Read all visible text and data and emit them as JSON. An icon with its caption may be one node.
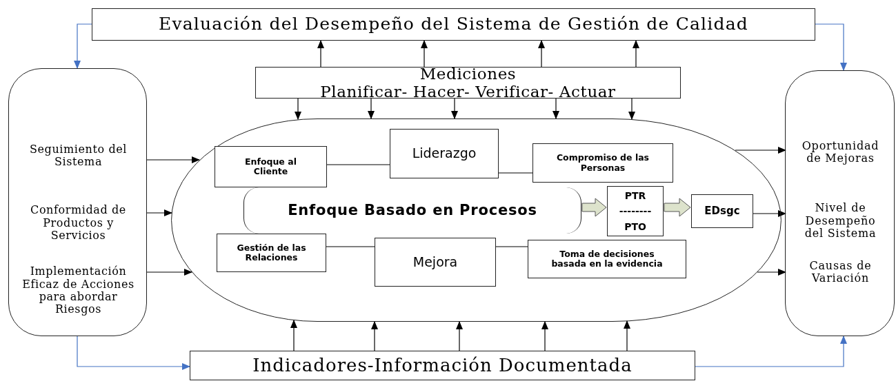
{
  "diagram": {
    "nodes": [
      {
        "text": [
          "Evaluación del Desempeño del Sistema de Gestión de Calidad"
        ]
      },
      {
        "text": [],
        "shape": "box"
      },
      {
        "text": [
          "Seguimiento del Sistema"
        ],
        "in": 1
      },
      {
        "text": [
          "Conformidad de Productos y Servicios"
        ],
        "in": 1
      },
      {
        "text": [
          "Implementación Eficaz de Acciones para abordar Riesgos"
        ],
        "in": 1
      },
      {
        "text": [],
        "shape": "box"
      },
      {
        "text": [
          "Oportunidad de Mejoras"
        ],
        "in": 5
      },
      {
        "text": [
          "Nivel de Desempeño del Sistema"
        ],
        "in": 5
      },
      {
        "text": [
          "Causas de Variación"
        ],
        "in": 5
      },
      {
        "text": [
          "Mediciones",
          "Planificar- Hacer- Verificar- Actuar"
        ]
      },
      {
        "text": [],
        "shape": "oval"
      },
      {
        "text": [
          "Enfoque Basado en Procesos"
        ],
        "in": 10
      },
      {
        "text": [
          "Enfoque al Cliente"
        ],
        "in": 10
      },
      {
        "text": [
          "Liderazgo"
        ],
        "in": 10
      },
      {
        "text": [
          "Compromiso de las Personas"
        ],
        "in": 10
      },
      {
        "text": [
          "Gestión de las Relaciones"
        ],
        "in": 10
      },
      {
        "text": [
          "Mejora"
        ],
        "in": 10
      },
      {
        "text": [
          "Toma  de decisiones basada en la evidencia"
        ],
        "in": 10
      },
      {
        "text": [
          "PTR",
          "--------",
          "PTO"
        ],
        "in": 10
      },
      {
        "text": [
          "EDsgc"
        ],
        "in": 10
      },
      {
        "text": [
          "Indicadores-Información Documentada"
        ]
      }
    ],
    "edges": [
      {
        "from": 0,
        "to": 1,
        "arrow": "to",
        "color": "#4472c4"
      },
      {
        "from": 0,
        "to": 5,
        "arrow": "to",
        "color": "#4472c4"
      },
      {
        "from": 1,
        "to": 20,
        "arrow": "to",
        "color": "#4472c4"
      },
      {
        "from": 20,
        "to": 5,
        "arrow": "to",
        "color": "#4472c4"
      },
      {
        "from": 9,
        "to": 0,
        "arrow": "to"
      },
      {
        "from": 9,
        "to": 0,
        "arrow": "to"
      },
      {
        "from": 9,
        "to": 0,
        "arrow": "to"
      },
      {
        "from": 9,
        "to": 0,
        "arrow": "to"
      },
      {
        "from": 9,
        "to": 10,
        "arrow": "to"
      },
      {
        "from": 9,
        "to": 10,
        "arrow": "to"
      },
      {
        "from": 9,
        "to": 10,
        "arrow": "to"
      },
      {
        "from": 9,
        "to": 10,
        "arrow": "to"
      },
      {
        "from": 9,
        "to": 10,
        "arrow": "to"
      },
      {
        "from": 20,
        "to": 10,
        "arrow": "to"
      },
      {
        "from": 20,
        "to": 10,
        "arrow": "to"
      },
      {
        "from": 20,
        "to": 10,
        "arrow": "to"
      },
      {
        "from": 20,
        "to": 10,
        "arrow": "to"
      },
      {
        "from": 20,
        "to": 10,
        "arrow": "to"
      },
      {
        "from": 2,
        "to": 10,
        "arrow": "to"
      },
      {
        "from": 3,
        "to": 10,
        "arrow": "to"
      },
      {
        "from": 4,
        "to": 10,
        "arrow": "to"
      },
      {
        "from": 10,
        "to": 6,
        "arrow": "to"
      },
      {
        "from": 19,
        "to": 7,
        "arrow": "to"
      },
      {
        "from": 10,
        "to": 8,
        "arrow": "to"
      },
      {
        "from": 12,
        "to": 13,
        "arrow": "none"
      },
      {
        "from": 13,
        "to": 14,
        "arrow": "none"
      },
      {
        "from": 15,
        "to": 16,
        "arrow": "none"
      },
      {
        "from": 16,
        "to": 17,
        "arrow": "none"
      },
      {
        "from": 11,
        "to": 18,
        "arrow": "to",
        "style": "thick",
        "color": "#dde3cc"
      },
      {
        "from": 18,
        "to": 19,
        "arrow": "to",
        "style": "thick",
        "color": "#dde3cc"
      }
    ]
  }
}
